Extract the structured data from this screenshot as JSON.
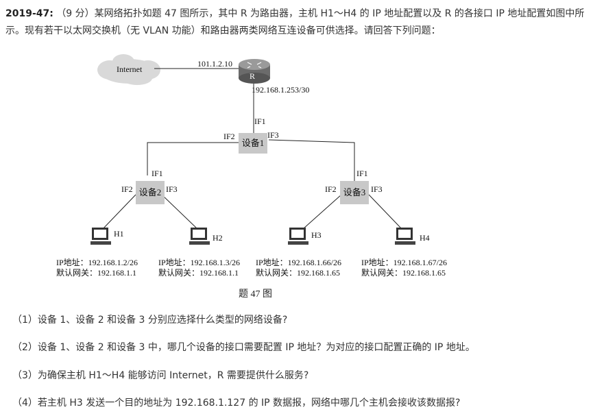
{
  "header": {
    "year_label": "2019-47:",
    "text": "（9 分）某网络拓扑如题 47 图所示，其中 R 为路由器，主机 H1～H4 的 IP 地址配置以及 R 的各接口 IP 地址配置如图中所示。现有若干以太网交换机（无 VLAN 功能）和路由器两类网络互连设备可供选择。请回答下列问题："
  },
  "diagram": {
    "internet_label": "Internet",
    "r_ip_outer": "101.1.2.10",
    "router_label": "R",
    "r_ip_inner": "192.168.1.253/30",
    "dev1_if1": "IF1",
    "dev1_if2": "IF2",
    "dev1_if3": "IF3",
    "dev1_label": "设备1",
    "dev2_if1": "IF1",
    "dev2_if2": "IF2",
    "dev2_if3": "IF3",
    "dev2_label": "设备2",
    "dev3_if1": "IF1",
    "dev3_if2": "IF2",
    "dev3_if3": "IF3",
    "dev3_label": "设备3",
    "hosts": [
      {
        "name": "H1",
        "ip": "IP地址：192.168.1.2/26",
        "gw": "默认网关：192.168.1.1"
      },
      {
        "name": "H2",
        "ip": "IP地址：192.168.1.3/26",
        "gw": "默认网关：192.168.1.1"
      },
      {
        "name": "H3",
        "ip": "IP地址：192.168.1.66/26",
        "gw": "默认网关：192.168.1.65"
      },
      {
        "name": "H4",
        "ip": "IP地址：192.168.1.67/26",
        "gw": "默认网关：192.168.1.65"
      }
    ],
    "caption": "题 47 图"
  },
  "questions": [
    "（1）设备 1、设备 2 和设备 3 分别应选择什么类型的网络设备?",
    "（2）设备 1、设备 2 和设备 3 中，哪几个设备的接口需要配置 IP 地址？为对应的接口配置正确的 IP 地址。",
    "（3）为确保主机 H1～H4 能够访问 Internet，R 需要提供什么服务?",
    "（4）若主机 H3 发送一个目的地址为 192.168.1.127 的 IP 数据报，网络中哪几个主机会接收该数据报?"
  ]
}
